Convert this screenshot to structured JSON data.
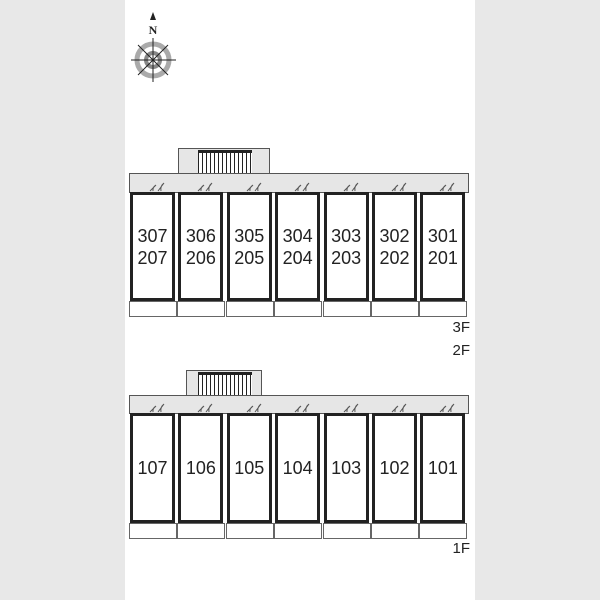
{
  "compass": {
    "label": "N"
  },
  "upper_building": {
    "units": [
      {
        "top": "307",
        "bottom": "207"
      },
      {
        "top": "306",
        "bottom": "206"
      },
      {
        "top": "305",
        "bottom": "205"
      },
      {
        "top": "304",
        "bottom": "204"
      },
      {
        "top": "303",
        "bottom": "203"
      },
      {
        "top": "302",
        "bottom": "202"
      },
      {
        "top": "301",
        "bottom": "201"
      }
    ],
    "floor_labels": [
      "3F",
      "2F"
    ]
  },
  "lower_building": {
    "units": [
      "107",
      "106",
      "105",
      "104",
      "103",
      "102",
      "101"
    ],
    "floor_labels": [
      "1F"
    ]
  }
}
